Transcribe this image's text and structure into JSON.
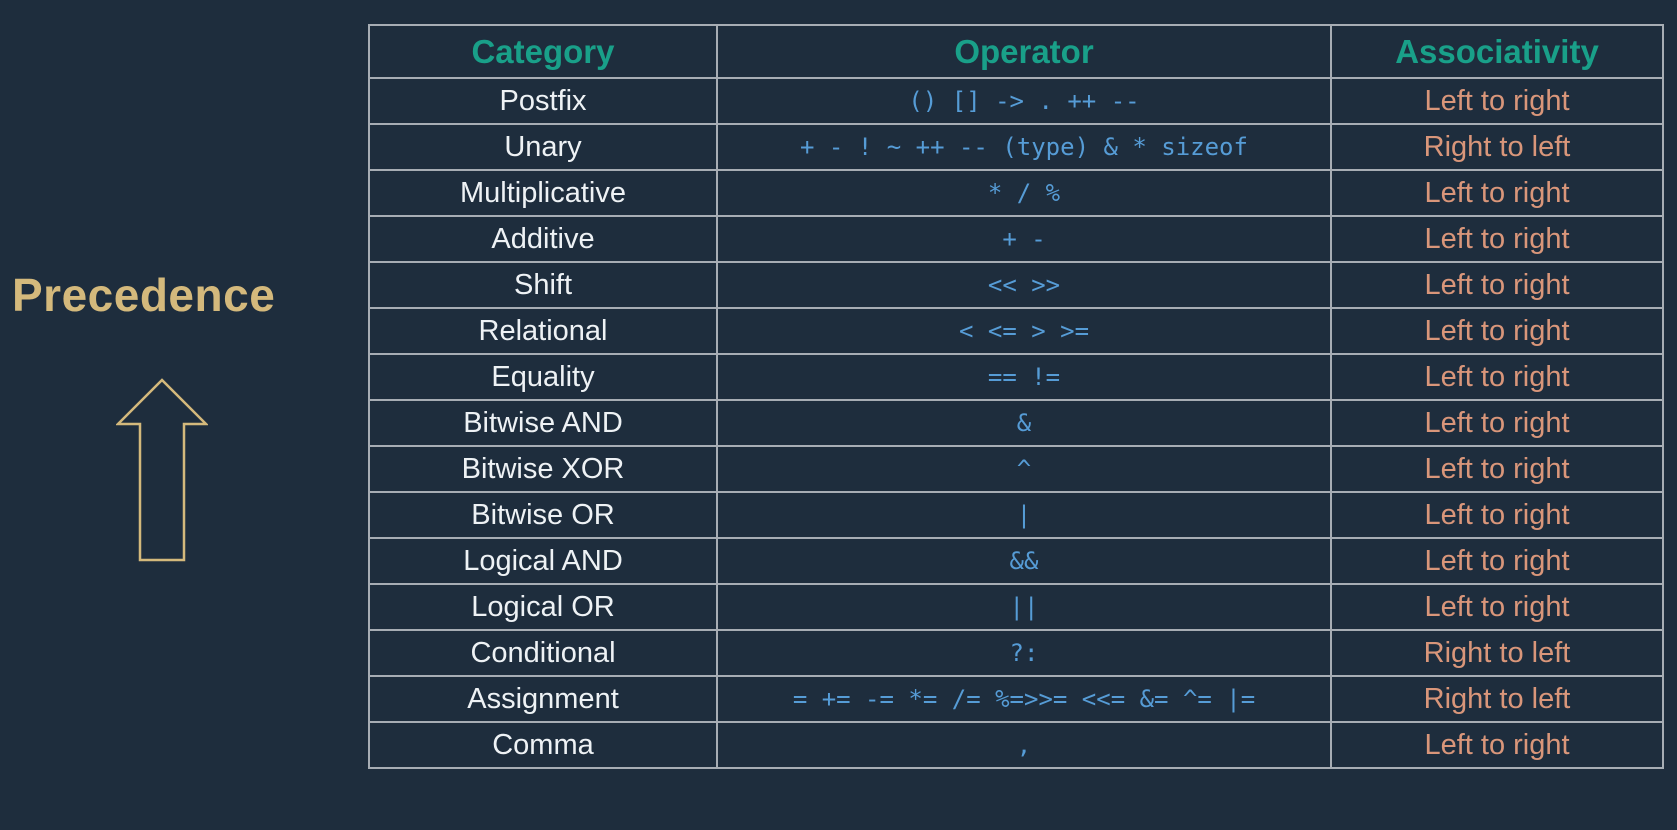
{
  "side_label": "Precedence",
  "colors": {
    "background": "#1e2d3d",
    "header": "#19a089",
    "category": "#eef2f5",
    "operator": "#569cd6",
    "associativity": "#d9967a",
    "precedence_label": "#d4b97c",
    "grid": "#a7adb4"
  },
  "icons": {
    "arrow": "arrow-up-outline-icon"
  },
  "table": {
    "headers": {
      "category": "Category",
      "operator": "Operator",
      "associativity": "Associativity"
    },
    "rows": [
      {
        "category": "Postfix",
        "operator": "() [] -> . ++ --",
        "associativity": "Left to right"
      },
      {
        "category": "Unary",
        "operator": "+ - ! ~ ++ -- (type) & * sizeof",
        "associativity": "Right to left"
      },
      {
        "category": "Multiplicative",
        "operator": "* / %",
        "associativity": "Left to right"
      },
      {
        "category": "Additive",
        "operator": "+ -",
        "associativity": "Left to right"
      },
      {
        "category": "Shift",
        "operator": "<< >>",
        "associativity": "Left to right"
      },
      {
        "category": "Relational",
        "operator": "< <= > >=",
        "associativity": "Left to right"
      },
      {
        "category": "Equality",
        "operator": "== !=",
        "associativity": "Left to right"
      },
      {
        "category": "Bitwise AND",
        "operator": "&",
        "associativity": "Left to right"
      },
      {
        "category": "Bitwise XOR",
        "operator": "^",
        "associativity": "Left to right"
      },
      {
        "category": "Bitwise OR",
        "operator": "|",
        "associativity": "Left to right"
      },
      {
        "category": "Logical AND",
        "operator": "&&",
        "associativity": "Left to right"
      },
      {
        "category": "Logical OR",
        "operator": "||",
        "associativity": "Left to right"
      },
      {
        "category": "Conditional",
        "operator": "?:",
        "associativity": "Right to left"
      },
      {
        "category": "Assignment",
        "operator": "= += -= *= /= %=>>= <<= &= ^= |=",
        "associativity": "Right to left"
      },
      {
        "category": "Comma",
        "operator": ",",
        "associativity": "Left to right"
      }
    ]
  }
}
